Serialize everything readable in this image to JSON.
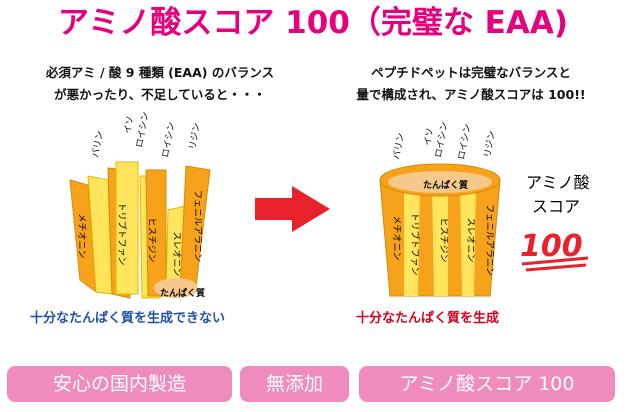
{
  "title": "アミノ酸スコア 100（完璧な EAA)",
  "left_caption": [
    "必須アミ / 酸 9 種類 (EAA) のバランス",
    "が悪かったり、不足していると・・・"
  ],
  "right_caption": [
    "ペプチドペットは完璧なバランスと",
    "量で構成され、アミノ酸スコアは 100!!"
  ],
  "amino_acids": {
    "valine": "バリン",
    "isoleucine": [
      "イソ",
      "ロイシン"
    ],
    "leucine": "ロイシン",
    "lysine": "リジン",
    "methionine": "メチオニン",
    "tryptophan": "トリプトファン",
    "histidine": "ヒスチジン",
    "threonine": "スレオニン",
    "phenylalanine": "フェニルアラニン"
  },
  "protein_label": "たんぱく質",
  "score_label": [
    "アミノ酸",
    "スコア"
  ],
  "score_emoji": "100",
  "left_note": "十分なたんぱく質を生成できない",
  "right_note": "十分なたんぱく質を生成",
  "badges": [
    "安心の国内製造",
    "無添加",
    "アミノ酸スコア 100"
  ],
  "colors": {
    "title": "#e6007e",
    "barrel_orange": "#f7a21b",
    "barrel_yellow": "#ffe45c",
    "arrow": "#e8212b",
    "badge": "#f08cbd",
    "left_note": "#2250a8",
    "right_note": "#d6001c"
  }
}
